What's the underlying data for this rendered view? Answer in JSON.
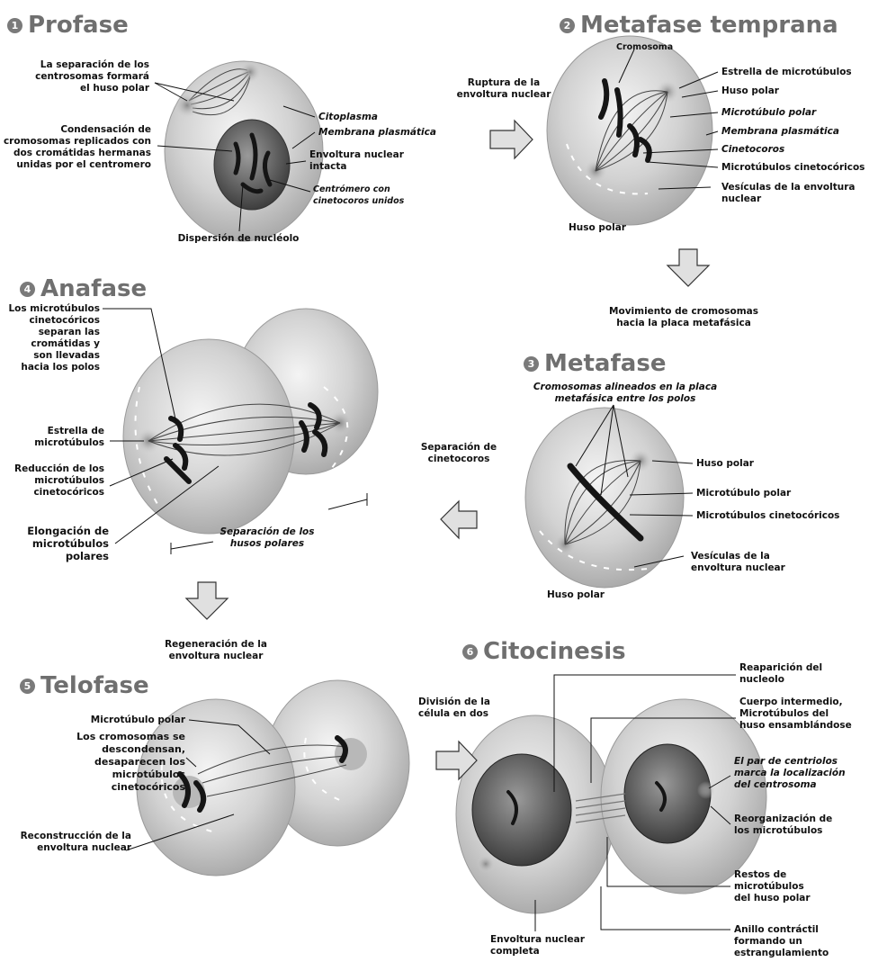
{
  "phases": {
    "profase": {
      "num": "1",
      "title": "Profase"
    },
    "metafase_temprana": {
      "num": "2",
      "title": "Metafase temprana"
    },
    "metafase": {
      "num": "3",
      "title": "Metafase"
    },
    "anafase": {
      "num": "4",
      "title": "Anafase"
    },
    "telofase": {
      "num": "5",
      "title": "Telofase"
    },
    "citocinesis": {
      "num": "6",
      "title": "Citocinesis"
    }
  },
  "profase": {
    "sep_centrosomas": [
      "La separación de los",
      "centrosomas formará",
      "el huso polar"
    ],
    "condensacion": [
      "Condensación de",
      "cromosomas replicados con",
      "dos cromátidas hermanas",
      "unidas por el centromero"
    ],
    "citoplasma": [
      "Citoplasma"
    ],
    "membrana": [
      "Membrana plasmática"
    ],
    "envoltura": [
      "Envoltura nuclear",
      "intacta"
    ],
    "centromero": [
      "Centrómero con",
      "cinetocoros unidos"
    ],
    "nucleolo": [
      "Dispersión de nucléolo"
    ]
  },
  "transitions": {
    "ruptura": [
      "Ruptura de la",
      "envoltura nuclear"
    ],
    "movimiento": [
      "Movimiento de cromosomas",
      "hacia la placa metafásica"
    ],
    "separacion_cinetocoros": [
      "Separación de",
      "cinetocoros"
    ],
    "regeneracion": [
      "Regeneración de la",
      "envoltura nuclear"
    ],
    "division": [
      "División de la",
      "célula en dos"
    ]
  },
  "metafase_temprana": {
    "cromosoma": [
      "Cromosoma"
    ],
    "estrella": [
      "Estrella de microtúbulos"
    ],
    "huso": [
      "Huso polar"
    ],
    "microtubulo_polar": [
      "Microtúbulo polar"
    ],
    "membrana": [
      "Membrana plasmática"
    ],
    "cinetocoros": [
      "Cinetocoros"
    ],
    "micro_cinet": [
      "Microtúbulos cinetocóricos"
    ],
    "vesiculas": [
      "Vesículas de la envoltura",
      "nuclear"
    ],
    "huso_bottom": [
      "Huso polar"
    ]
  },
  "metafase": {
    "alineados": [
      "Cromosomas alineados en la placa",
      "metafásica entre los polos"
    ],
    "huso": [
      "Huso polar"
    ],
    "microtubulo_polar": [
      "Microtúbulo polar"
    ],
    "micro_cinet": [
      "Microtúbulos cinetocóricos"
    ],
    "vesiculas": [
      "Vesículas de la",
      "envoltura nuclear"
    ],
    "huso_bottom": [
      "Huso polar"
    ]
  },
  "anafase": {
    "microtubulos": [
      "Los microtúbulos",
      "cinetocóricos",
      "separan las",
      "cromátidas y",
      "son llevadas",
      "hacia los polos"
    ],
    "estrella": [
      "Estrella de",
      "microtúbulos"
    ],
    "reduccion": [
      "Reducción de los",
      "microtúbulos",
      "cinetocóricos"
    ],
    "elongacion": [
      "Elongación de",
      "microtúbulos",
      "polares"
    ],
    "separacion_husos": [
      "Separación de los",
      "husos polares"
    ]
  },
  "telofase": {
    "microtubulo_polar": [
      "Microtúbulo polar"
    ],
    "cromosomas": [
      "Los cromosomas se",
      "descondensan,",
      "desaparecen los",
      "microtúbulos",
      "cinetocóricos"
    ],
    "reconstruccion": [
      "Reconstrucción de la",
      "envoltura nuclear"
    ]
  },
  "citocinesis": {
    "reaparicion": [
      "Reaparición del",
      "nucleolo"
    ],
    "cuerpo": [
      "Cuerpo intermedio,",
      "Microtúbulos del",
      "huso ensamblándose"
    ],
    "centriolos": [
      "El par de centriolos",
      "marca la localización",
      "del centrosoma"
    ],
    "reorganizacion": [
      "Reorganización de",
      "los microtúbulos"
    ],
    "restos": [
      "Restos de",
      "microtúbulos",
      "del huso polar"
    ],
    "anillo": [
      "Anillo contráctil",
      "formando un",
      "estrangulamiento"
    ],
    "envoltura": [
      "Envoltura nuclear",
      "completa"
    ]
  },
  "colors": {
    "cell": "#c8c8c8",
    "cell_edge": "#8a8a8a",
    "chromosome": "#1e1e1e",
    "nucleus": "#5a5a5a",
    "title": "#6f6f6f"
  }
}
